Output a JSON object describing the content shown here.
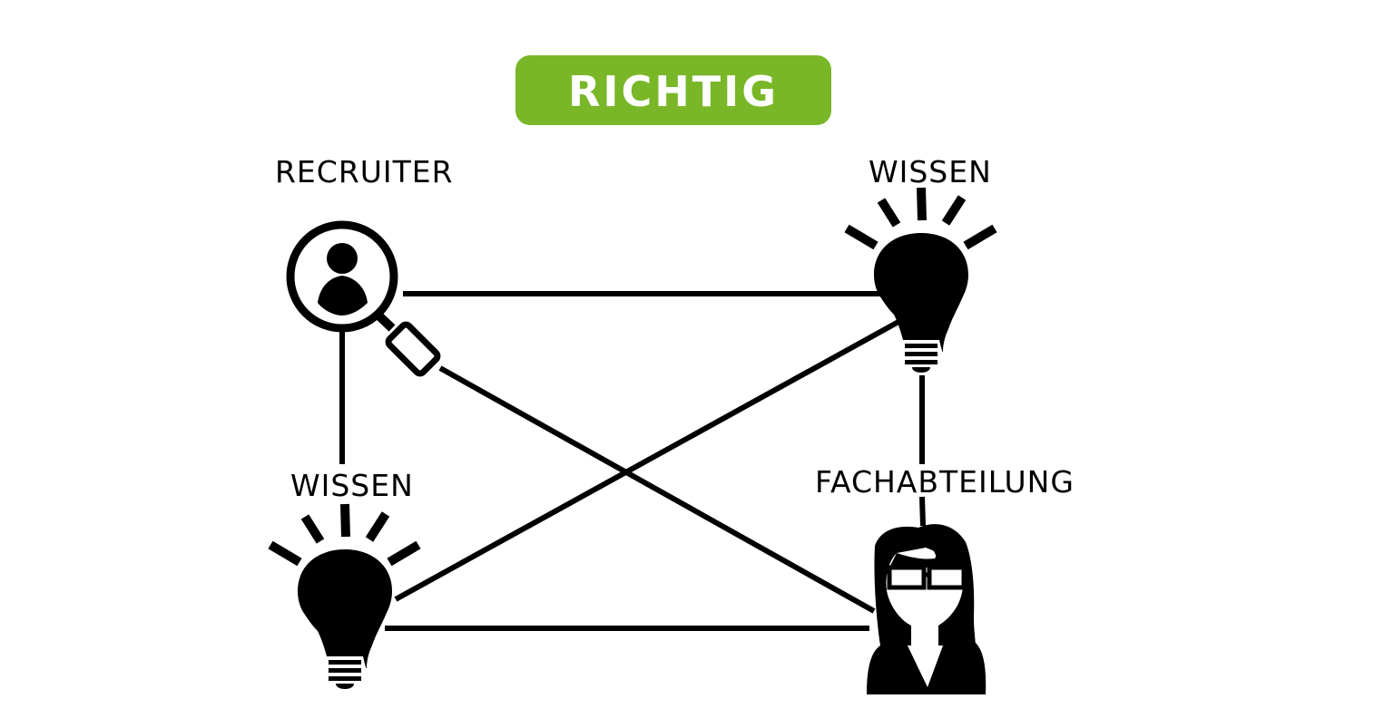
{
  "header": {
    "badge_label": "RICHTIG"
  },
  "nodes": {
    "recruiter": {
      "label": "RECRUITER",
      "icon": "recruiter-search-icon"
    },
    "wissen_top": {
      "label": "WISSEN",
      "icon": "lightbulb-icon"
    },
    "wissen_bottom": {
      "label": "WISSEN",
      "icon": "lightbulb-icon"
    },
    "fachabteilung": {
      "label": "FACHABTEILUNG",
      "icon": "woman-with-glasses-icon"
    }
  },
  "colors": {
    "accent": "#79b729",
    "line": "#000000",
    "background": "#ffffff"
  }
}
